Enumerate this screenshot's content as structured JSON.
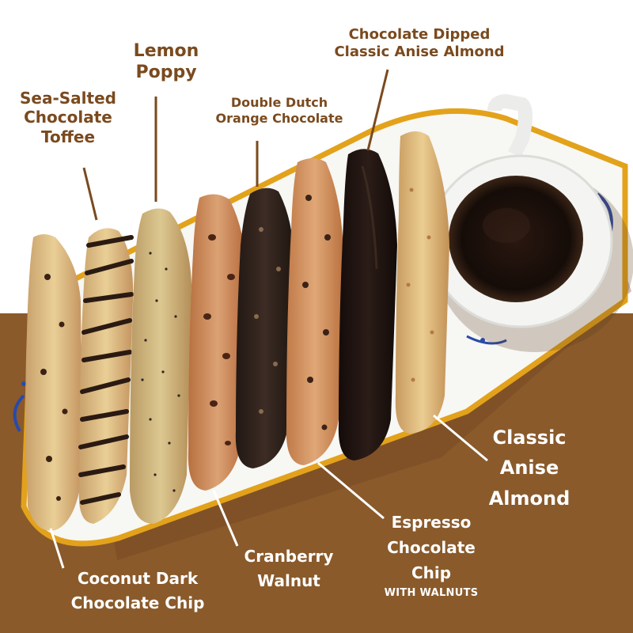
{
  "colors": {
    "background_top": "#ffffff",
    "background_bottom": "#8a5a2b",
    "label_dark": "#7a4a1e",
    "label_light": "#ffffff",
    "tray": "#ffffff",
    "tray_rim": "#e3a21b"
  },
  "labels": {
    "sea_salted": [
      "Sea-Salted",
      "Chocolate",
      "Toffee"
    ],
    "lemon_poppy": [
      "Lemon",
      "Poppy"
    ],
    "double_dutch": [
      "Double Dutch",
      "Orange Chocolate"
    ],
    "choc_dipped": [
      "Chocolate Dipped",
      "Classic Anise Almond"
    ],
    "classic_anise": [
      "Classic",
      "Anise",
      "Almond"
    ],
    "espresso": [
      "Espresso",
      "Chocolate",
      "Chip"
    ],
    "espresso_sub": "WITH WALNUTS",
    "cranberry": [
      "Cranberry",
      "Walnut"
    ],
    "coconut": [
      "Coconut Dark",
      "Chocolate Chip"
    ]
  },
  "icons": {
    "coffee": "coffee-cup-icon"
  }
}
